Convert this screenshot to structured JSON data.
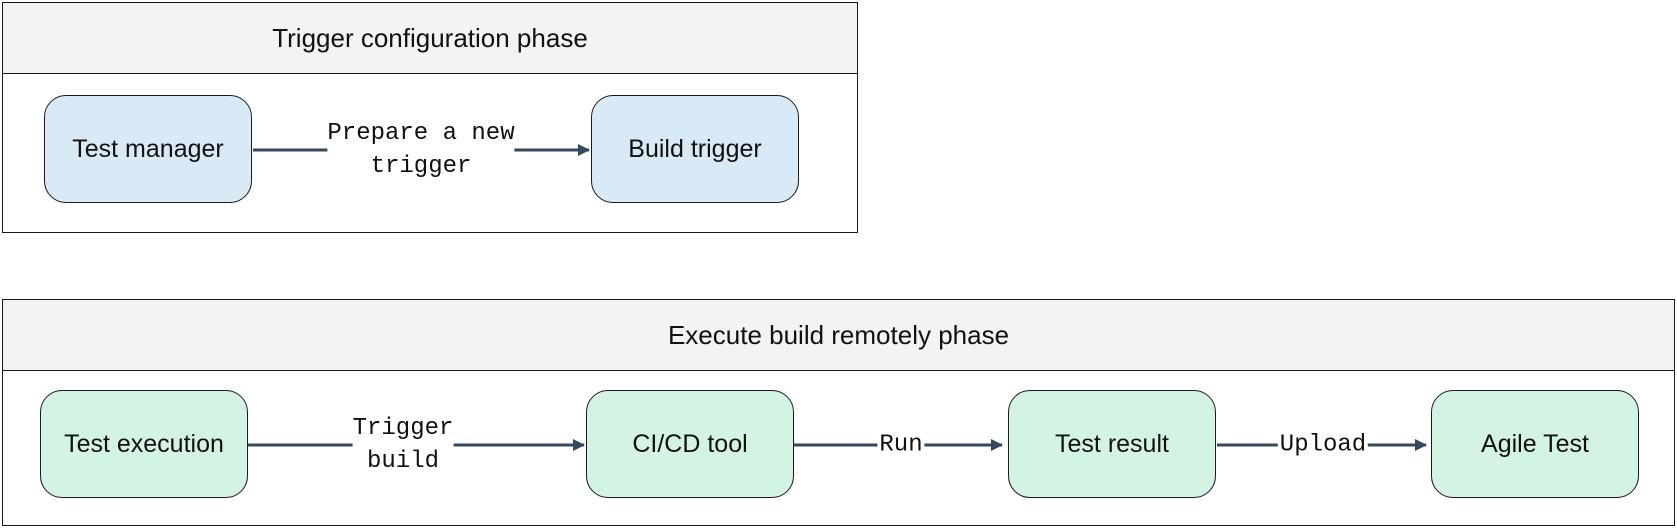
{
  "phases": {
    "trigger": {
      "title": "Trigger configuration phase",
      "nodes": {
        "test_manager": "Test manager",
        "build_trigger": "Build trigger"
      },
      "edges": {
        "prepare": "Prepare a new\ntrigger"
      }
    },
    "execute": {
      "title": "Execute build remotely phase",
      "nodes": {
        "test_execution": "Test execution",
        "cicd_tool": "CI/CD tool",
        "test_result": "Test result",
        "agile_test": "Agile Test"
      },
      "edges": {
        "trigger_build": "Trigger\nbuild",
        "run": "Run",
        "upload": "Upload"
      }
    }
  },
  "colors": {
    "line": "#34495e",
    "header_bg": "#f2f3f4",
    "node_blue": "#d9eaf7",
    "node_green": "#d4f4e3"
  }
}
